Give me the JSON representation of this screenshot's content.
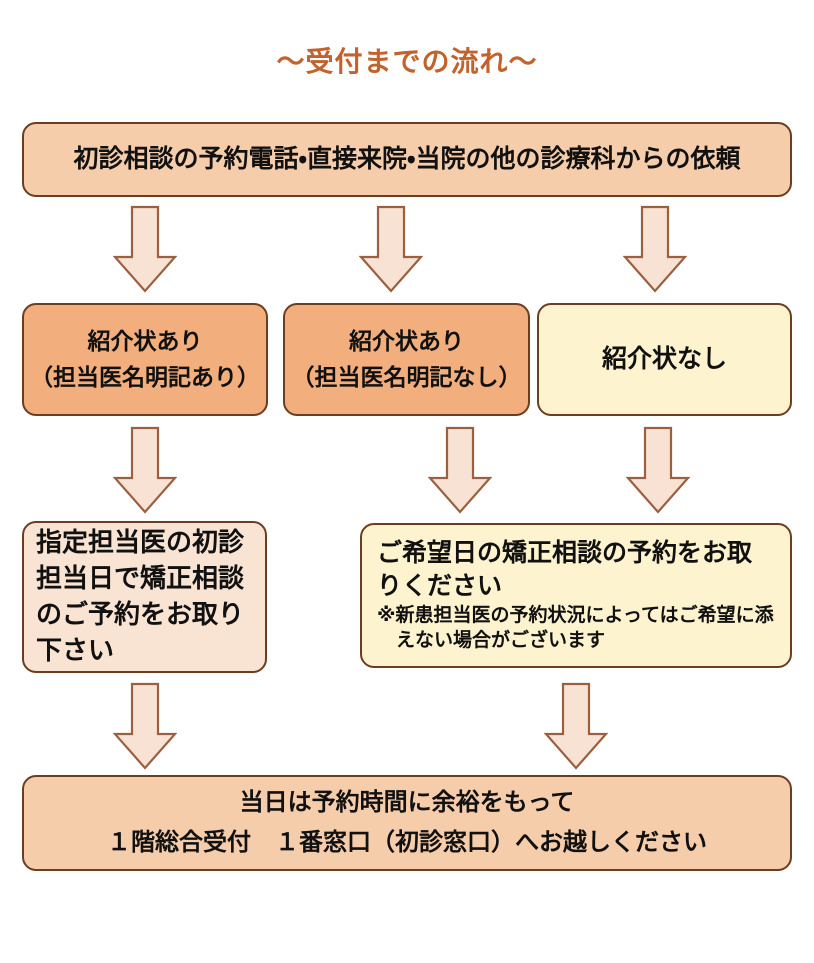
{
  "title": "～受付までの流れ～",
  "colors": {
    "title_color": "#c2622d",
    "border_dark": "#6b3e22",
    "box_peach": "#f6cdab",
    "box_orange": "#f2ae7c",
    "box_cream": "#fdf3cf",
    "box_pale": "#f9e4d4",
    "arrow_fill": "#f8e2d3",
    "arrow_border": "#9a6040",
    "text": "#111111"
  },
  "icons": {
    "down_arrow": "block-arrow-down"
  },
  "flow": {
    "entry": {
      "text": "初診相談の予約電話・直接来院・当院の他の診療科からの依頼"
    },
    "branches": [
      {
        "id": "referral-named",
        "lines": [
          "紹介状あり",
          "（担当医名明記あり）"
        ]
      },
      {
        "id": "referral-unnamed",
        "lines": [
          "紹介状あり",
          "（担当医名明記なし）"
        ]
      },
      {
        "id": "no-referral",
        "lines": [
          "紹介状なし"
        ]
      }
    ],
    "actions": {
      "named": {
        "lines": [
          "指定担当医の初診",
          "担当日で矯正相談",
          "のご予約をお取り",
          "下さい"
        ]
      },
      "general": {
        "lines": [
          "ご希望日の矯正相談の予約をお取",
          "りください"
        ],
        "note": "※新患担当医の予約状況によってはご希望に添えない場合がございます"
      }
    },
    "final": {
      "lines": [
        "当日は予約時間に余裕をもって",
        "１階総合受付　１番窓口（初診窓口）へお越しください"
      ]
    }
  }
}
